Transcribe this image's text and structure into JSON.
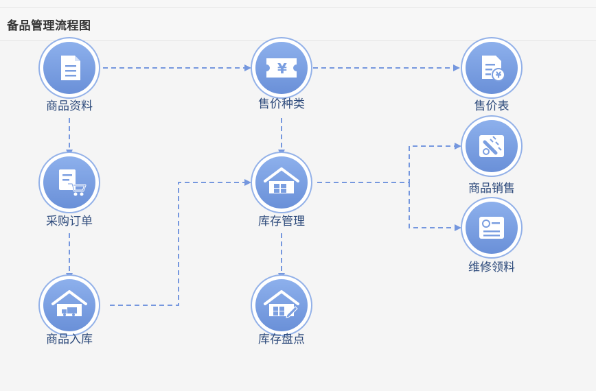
{
  "header": {
    "title": "备品管理流程图"
  },
  "colors": {
    "node_fill": "#7a9ee0",
    "node_ring": "#ffffff",
    "node_outer": "#8aaae6",
    "arrow": "#7597de",
    "label": "#2e4b7c"
  },
  "nodes": {
    "product_info": {
      "label": "商品资料",
      "icon": "document-icon"
    },
    "price_category": {
      "label": "售价种类",
      "icon": "yen-ticket-icon"
    },
    "price_list": {
      "label": "售价表",
      "icon": "price-list-icon"
    },
    "purchase_order": {
      "label": "采购订单",
      "icon": "shopping-cart-icon"
    },
    "inventory_mgmt": {
      "label": "库存管理",
      "icon": "warehouse-icon"
    },
    "product_sales": {
      "label": "商品销售",
      "icon": "sales-tag-icon"
    },
    "repair_requisition": {
      "label": "维修领料",
      "icon": "id-card-icon"
    },
    "product_inbound": {
      "label": "商品入库",
      "icon": "warehouse-truck-icon"
    },
    "stocktaking": {
      "label": "库存盘点",
      "icon": "warehouse-pen-icon"
    }
  }
}
